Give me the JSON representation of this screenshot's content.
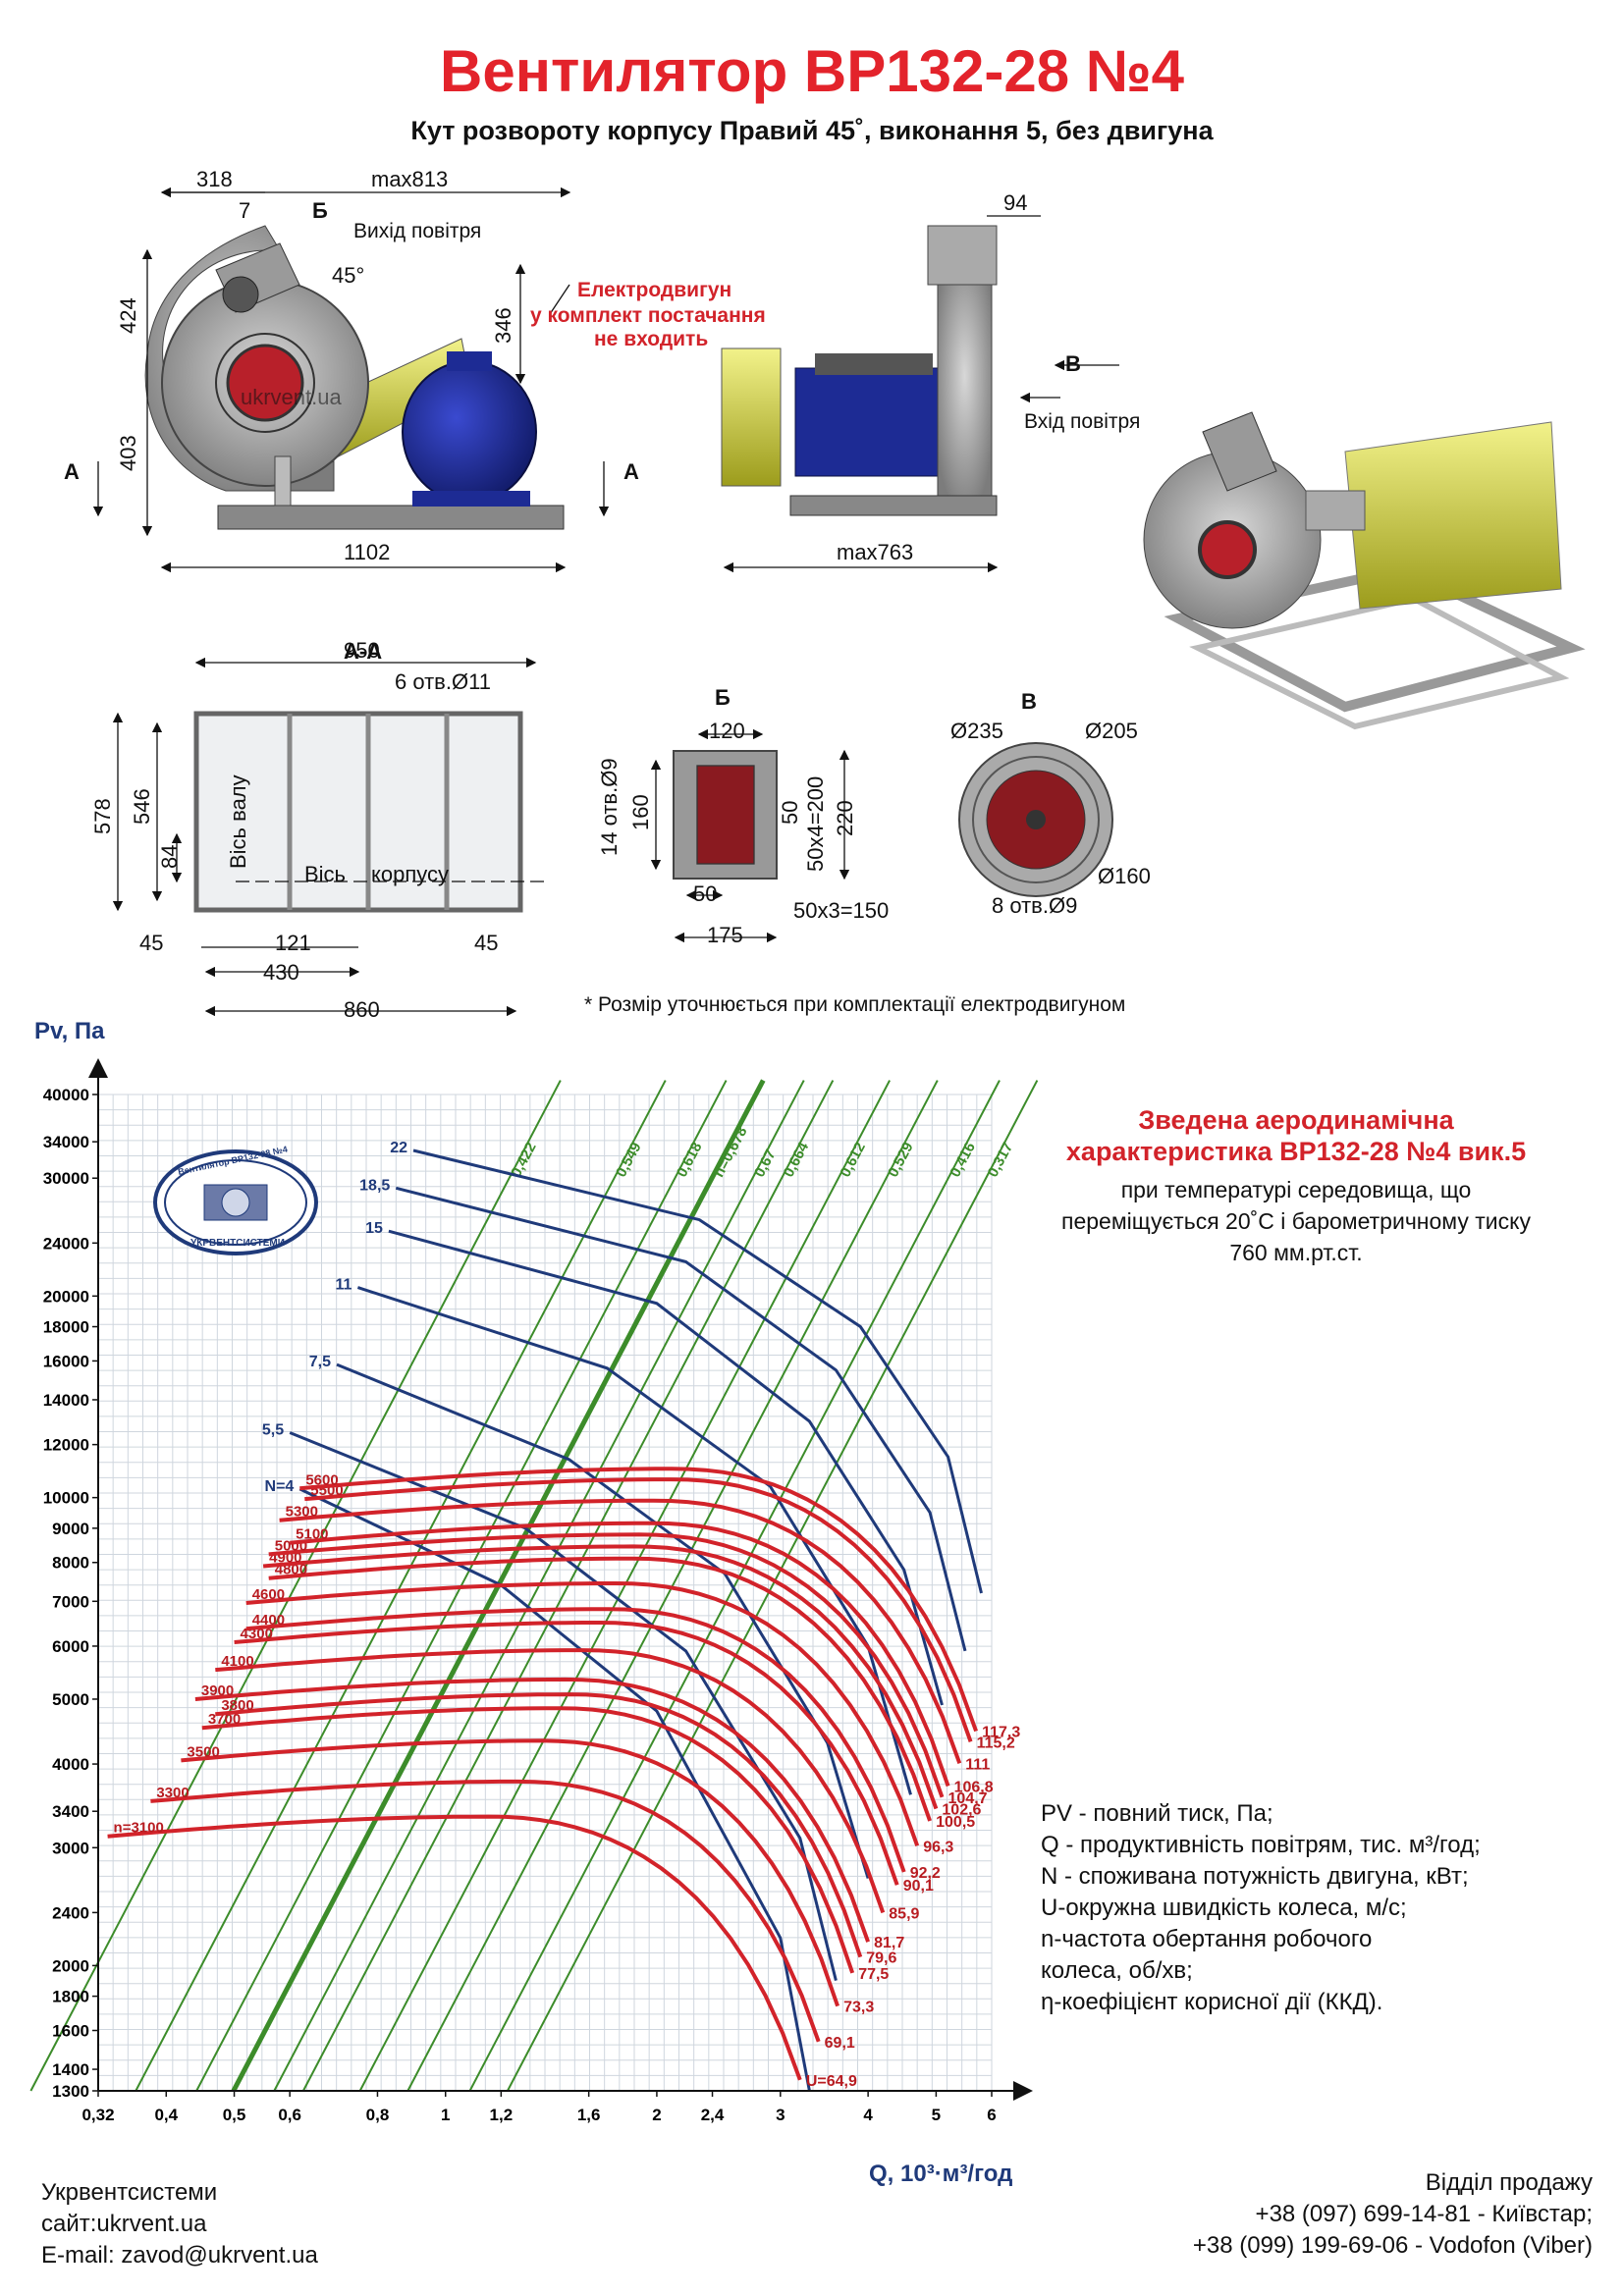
{
  "header": {
    "title": "Вентилятор ВР132-28 №4",
    "subtitle": "Кут розвороту корпусу Правий 45˚, виконання 5, без двигуна"
  },
  "drawing": {
    "dims_front": [
      "318",
      "7",
      "Б",
      "max813",
      "424",
      "403",
      "346",
      "45°",
      "1102",
      "А",
      "А"
    ],
    "outlet_label": "Вихід повітря",
    "motor_note": [
      "Електродвигун",
      "у комплект постачання",
      "не входить"
    ],
    "dims_side": [
      "94",
      "В",
      "Вхід повітря",
      "max763"
    ],
    "section_title": "А-А",
    "dims_section": [
      "950",
      "6 отв.Ø11",
      "578",
      "546",
      "84",
      "Вісь валу",
      "Вісь",
      "корпусу",
      "45",
      "121",
      "45",
      "430",
      "860"
    ],
    "view_b_title": "Б",
    "dims_b": [
      "120",
      "14 отв.Ø9",
      "160",
      "50",
      "50х4=200",
      "220",
      "50",
      "50х3=150",
      "175"
    ],
    "view_v_title": "В",
    "dims_v": [
      "Ø235",
      "Ø205",
      "Ø160",
      "8 отв.Ø9"
    ],
    "watermark": "ukrvent.ua",
    "note": "* Розмір уточнюється при комплектації електродвигуном"
  },
  "logo": {
    "text": "Вентилятор ВР132-28 №4",
    "bottom_text": "УКРВЕНТСИСТЕМИ"
  },
  "chart_data": {
    "type": "line",
    "ylabel": "Pv, Па",
    "xlabel": "Q, 10³·м³/год",
    "yscale": "log",
    "xscale": "log",
    "ylim": [
      1300,
      40000
    ],
    "xlim": [
      0.32,
      6
    ],
    "yticks": [
      40000,
      34000,
      30000,
      24000,
      20000,
      18000,
      16000,
      14000,
      12000,
      10000,
      9000,
      8000,
      7000,
      6000,
      5000,
      4000,
      3400,
      3000,
      2400,
      2000,
      1800,
      1600,
      1400,
      1300
    ],
    "xticks": [
      0.32,
      0.4,
      0.5,
      0.6,
      0.8,
      1,
      1.2,
      1.6,
      2,
      2.4,
      3,
      4,
      5,
      6
    ],
    "xtick_labels": [
      "0,32",
      "0,4",
      "0,5",
      "0,6",
      "0,8",
      "1",
      "1,2",
      "1,6",
      "2",
      "2,4",
      "3",
      "4",
      "5",
      "6"
    ],
    "speed_series": [
      {
        "name": "n=3100",
        "u": "U=64,9",
        "p0": 3120,
        "q0": 0.33,
        "qmax": 3.2,
        "pend": 1350
      },
      {
        "name": "3300",
        "u": "69,1",
        "p0": 3520,
        "q0": 0.38,
        "qmax": 3.4,
        "pend": 1540
      },
      {
        "name": "3500",
        "u": "73,3",
        "p0": 4050,
        "q0": 0.42,
        "qmax": 3.62,
        "pend": 1740
      },
      {
        "name": "3700",
        "u": "77,5",
        "p0": 4530,
        "q0": 0.45,
        "qmax": 3.8,
        "pend": 1950
      },
      {
        "name": "3800",
        "u": "79,6",
        "p0": 4750,
        "q0": 0.47,
        "qmax": 3.9,
        "pend": 2060
      },
      {
        "name": "3900",
        "u": "81,7",
        "p0": 5000,
        "q0": 0.44,
        "qmax": 4.0,
        "pend": 2170
      },
      {
        "name": "4100",
        "u": "85,9",
        "p0": 5530,
        "q0": 0.47,
        "qmax": 4.2,
        "pend": 2400
      },
      {
        "name": "4300",
        "u": "90,1",
        "p0": 6080,
        "q0": 0.5,
        "qmax": 4.4,
        "pend": 2640
      },
      {
        "name": "4400",
        "u": "92,2",
        "p0": 6370,
        "q0": 0.52,
        "qmax": 4.5,
        "pend": 2760
      },
      {
        "name": "4600",
        "u": "96,3",
        "p0": 6960,
        "q0": 0.52,
        "qmax": 4.7,
        "pend": 3020
      },
      {
        "name": "4800",
        "u": "100,5",
        "p0": 7580,
        "q0": 0.56,
        "qmax": 4.9,
        "pend": 3290
      },
      {
        "name": "4900",
        "u": "102,6",
        "p0": 7900,
        "q0": 0.55,
        "qmax": 5.0,
        "pend": 3430
      },
      {
        "name": "5000",
        "u": "104,7",
        "p0": 8230,
        "q0": 0.56,
        "qmax": 5.1,
        "pend": 3570
      },
      {
        "name": "5100",
        "u": "106,8",
        "p0": 8560,
        "q0": 0.6,
        "qmax": 5.2,
        "pend": 3710
      },
      {
        "name": "5300",
        "u": "111",
        "p0": 9250,
        "q0": 0.58,
        "qmax": 5.4,
        "pend": 4010
      },
      {
        "name": "5500",
        "u": "115,2",
        "p0": 9950,
        "q0": 0.63,
        "qmax": 5.6,
        "pend": 4320
      },
      {
        "name": "5600",
        "u": "117,3",
        "p0": 10320,
        "q0": 0.62,
        "qmax": 5.7,
        "pend": 4480
      }
    ],
    "speed_label_visible_u": [
      "U=64,9",
      "69,1",
      "73,3",
      "77,5",
      "79,6",
      "81,7",
      "85,9",
      "90,1",
      "92,2",
      "96,3",
      "100,5",
      "102,6",
      "106,8",
      "111",
      "115,2",
      "117,3"
    ],
    "power_series": [
      {
        "name": "N=4",
        "points": [
          [
            0.62,
            10300
          ],
          [
            1.2,
            7400
          ],
          [
            2,
            4800
          ],
          [
            3,
            2200
          ],
          [
            3.3,
            1300
          ]
        ]
      },
      {
        "name": "5,5",
        "points": [
          [
            0.6,
            12500
          ],
          [
            1.3,
            9000
          ],
          [
            2.2,
            5900
          ],
          [
            3.2,
            3100
          ],
          [
            3.6,
            1900
          ]
        ]
      },
      {
        "name": "7,5",
        "points": [
          [
            0.7,
            15800
          ],
          [
            1.5,
            11400
          ],
          [
            2.5,
            7700
          ],
          [
            3.5,
            4300
          ],
          [
            4.0,
            2700
          ]
        ]
      },
      {
        "name": "11",
        "points": [
          [
            0.75,
            20600
          ],
          [
            1.7,
            15600
          ],
          [
            2.9,
            10400
          ],
          [
            4.0,
            6000
          ],
          [
            4.6,
            3600
          ]
        ]
      },
      {
        "name": "15",
        "points": [
          [
            0.83,
            25000
          ],
          [
            2.0,
            19500
          ],
          [
            3.3,
            13000
          ],
          [
            4.5,
            7800
          ],
          [
            5.1,
            4900
          ]
        ]
      },
      {
        "name": "18,5",
        "points": [
          [
            0.85,
            29000
          ],
          [
            2.2,
            22500
          ],
          [
            3.6,
            15500
          ],
          [
            4.9,
            9500
          ],
          [
            5.5,
            5900
          ]
        ]
      },
      {
        "name": "22",
        "points": [
          [
            0.9,
            33000
          ],
          [
            2.3,
            26000
          ],
          [
            3.9,
            18000
          ],
          [
            5.2,
            11500
          ],
          [
            5.8,
            7200
          ]
        ]
      }
    ],
    "efficiency_lines": [
      {
        "name": "0,422",
        "q": 0.9
      },
      {
        "name": "0,549",
        "q": 1.27
      },
      {
        "name": "0,618",
        "q": 1.55
      },
      {
        "name": "n=0,678",
        "q": 1.75
      },
      {
        "name": "0,67",
        "q": 2.0
      },
      {
        "name": "0,664",
        "q": 2.2
      },
      {
        "name": "0,612",
        "q": 2.65
      },
      {
        "name": "0,529",
        "q": 3.1
      },
      {
        "name": "0,416",
        "q": 3.8
      },
      {
        "name": "0,317",
        "q": 4.3
      }
    ]
  },
  "chart_text": {
    "title_lines": [
      "Зведена аеродинамічна",
      "характеристика ВР132-28 №4 вик.5"
    ],
    "desc_lines": [
      "при температурі середовища, що",
      "переміщується 20˚С і барометричному тиску",
      "760 мм.рт.ст."
    ]
  },
  "legend": [
    "PV - повний тиск, Па;",
    "Q - продуктивність повітрям, тис. м³/год;",
    "N - споживана потужність двигуна, кВт;",
    "U-окружна швидкість колеса, м/с;",
    "n-частота обертання робочого",
    "колеса, об/хв;",
    "η-коефіцієнт корисної дії (ККД)."
  ],
  "footer": {
    "left": [
      "Укрвентсистеми",
      "сайт:ukrvent.ua",
      "E-mail: zavod@ukrvent.ua"
    ],
    "right": [
      "Відділ продажу",
      "+38 (097) 699-14-81 - Київстар;",
      "+38 (099) 199-69-06 - Vodofon (Viber)"
    ]
  },
  "colors": {
    "red": "#d2232a",
    "blue": "#1f3a7a",
    "green": "#3c8c2a",
    "grid": "#cfd6de",
    "motor": "#1d2b94",
    "belt": "#dcdc3c",
    "body": "#a0a0a0"
  }
}
